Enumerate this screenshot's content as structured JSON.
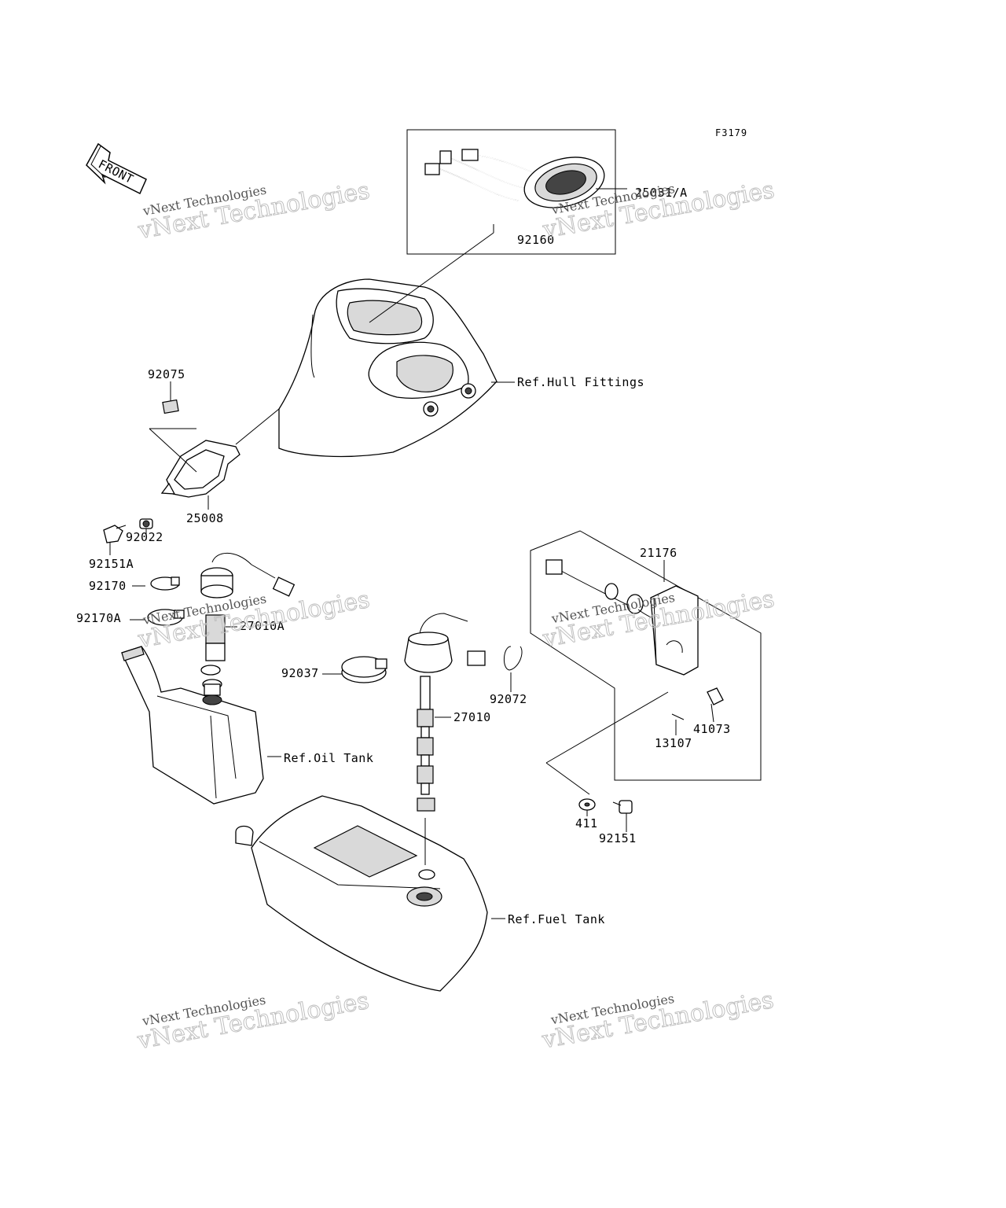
{
  "figure_code": "F3179",
  "front_label": "FRONT",
  "watermark": {
    "line1": "vNext Technologies",
    "line2": "vNext Technologies"
  },
  "parts": {
    "p25031": "25031/A",
    "p92160": "92160",
    "p92075": "92075",
    "p25008": "25008",
    "p92022": "92022",
    "p92151A": "92151A",
    "p92170": "92170",
    "p92170A": "92170A",
    "p27010A": "27010A",
    "p92037": "92037",
    "p27010": "27010",
    "p92072": "92072",
    "p21176": "21176",
    "p41073": "41073",
    "p13107": "13107",
    "p411": "411",
    "p92151": "92151"
  },
  "refs": {
    "hull": "Ref.Hull Fittings",
    "oil": "Ref.Oil Tank",
    "fuel": "Ref.Fuel Tank"
  },
  "icons": [
    "front-arrow-icon"
  ]
}
